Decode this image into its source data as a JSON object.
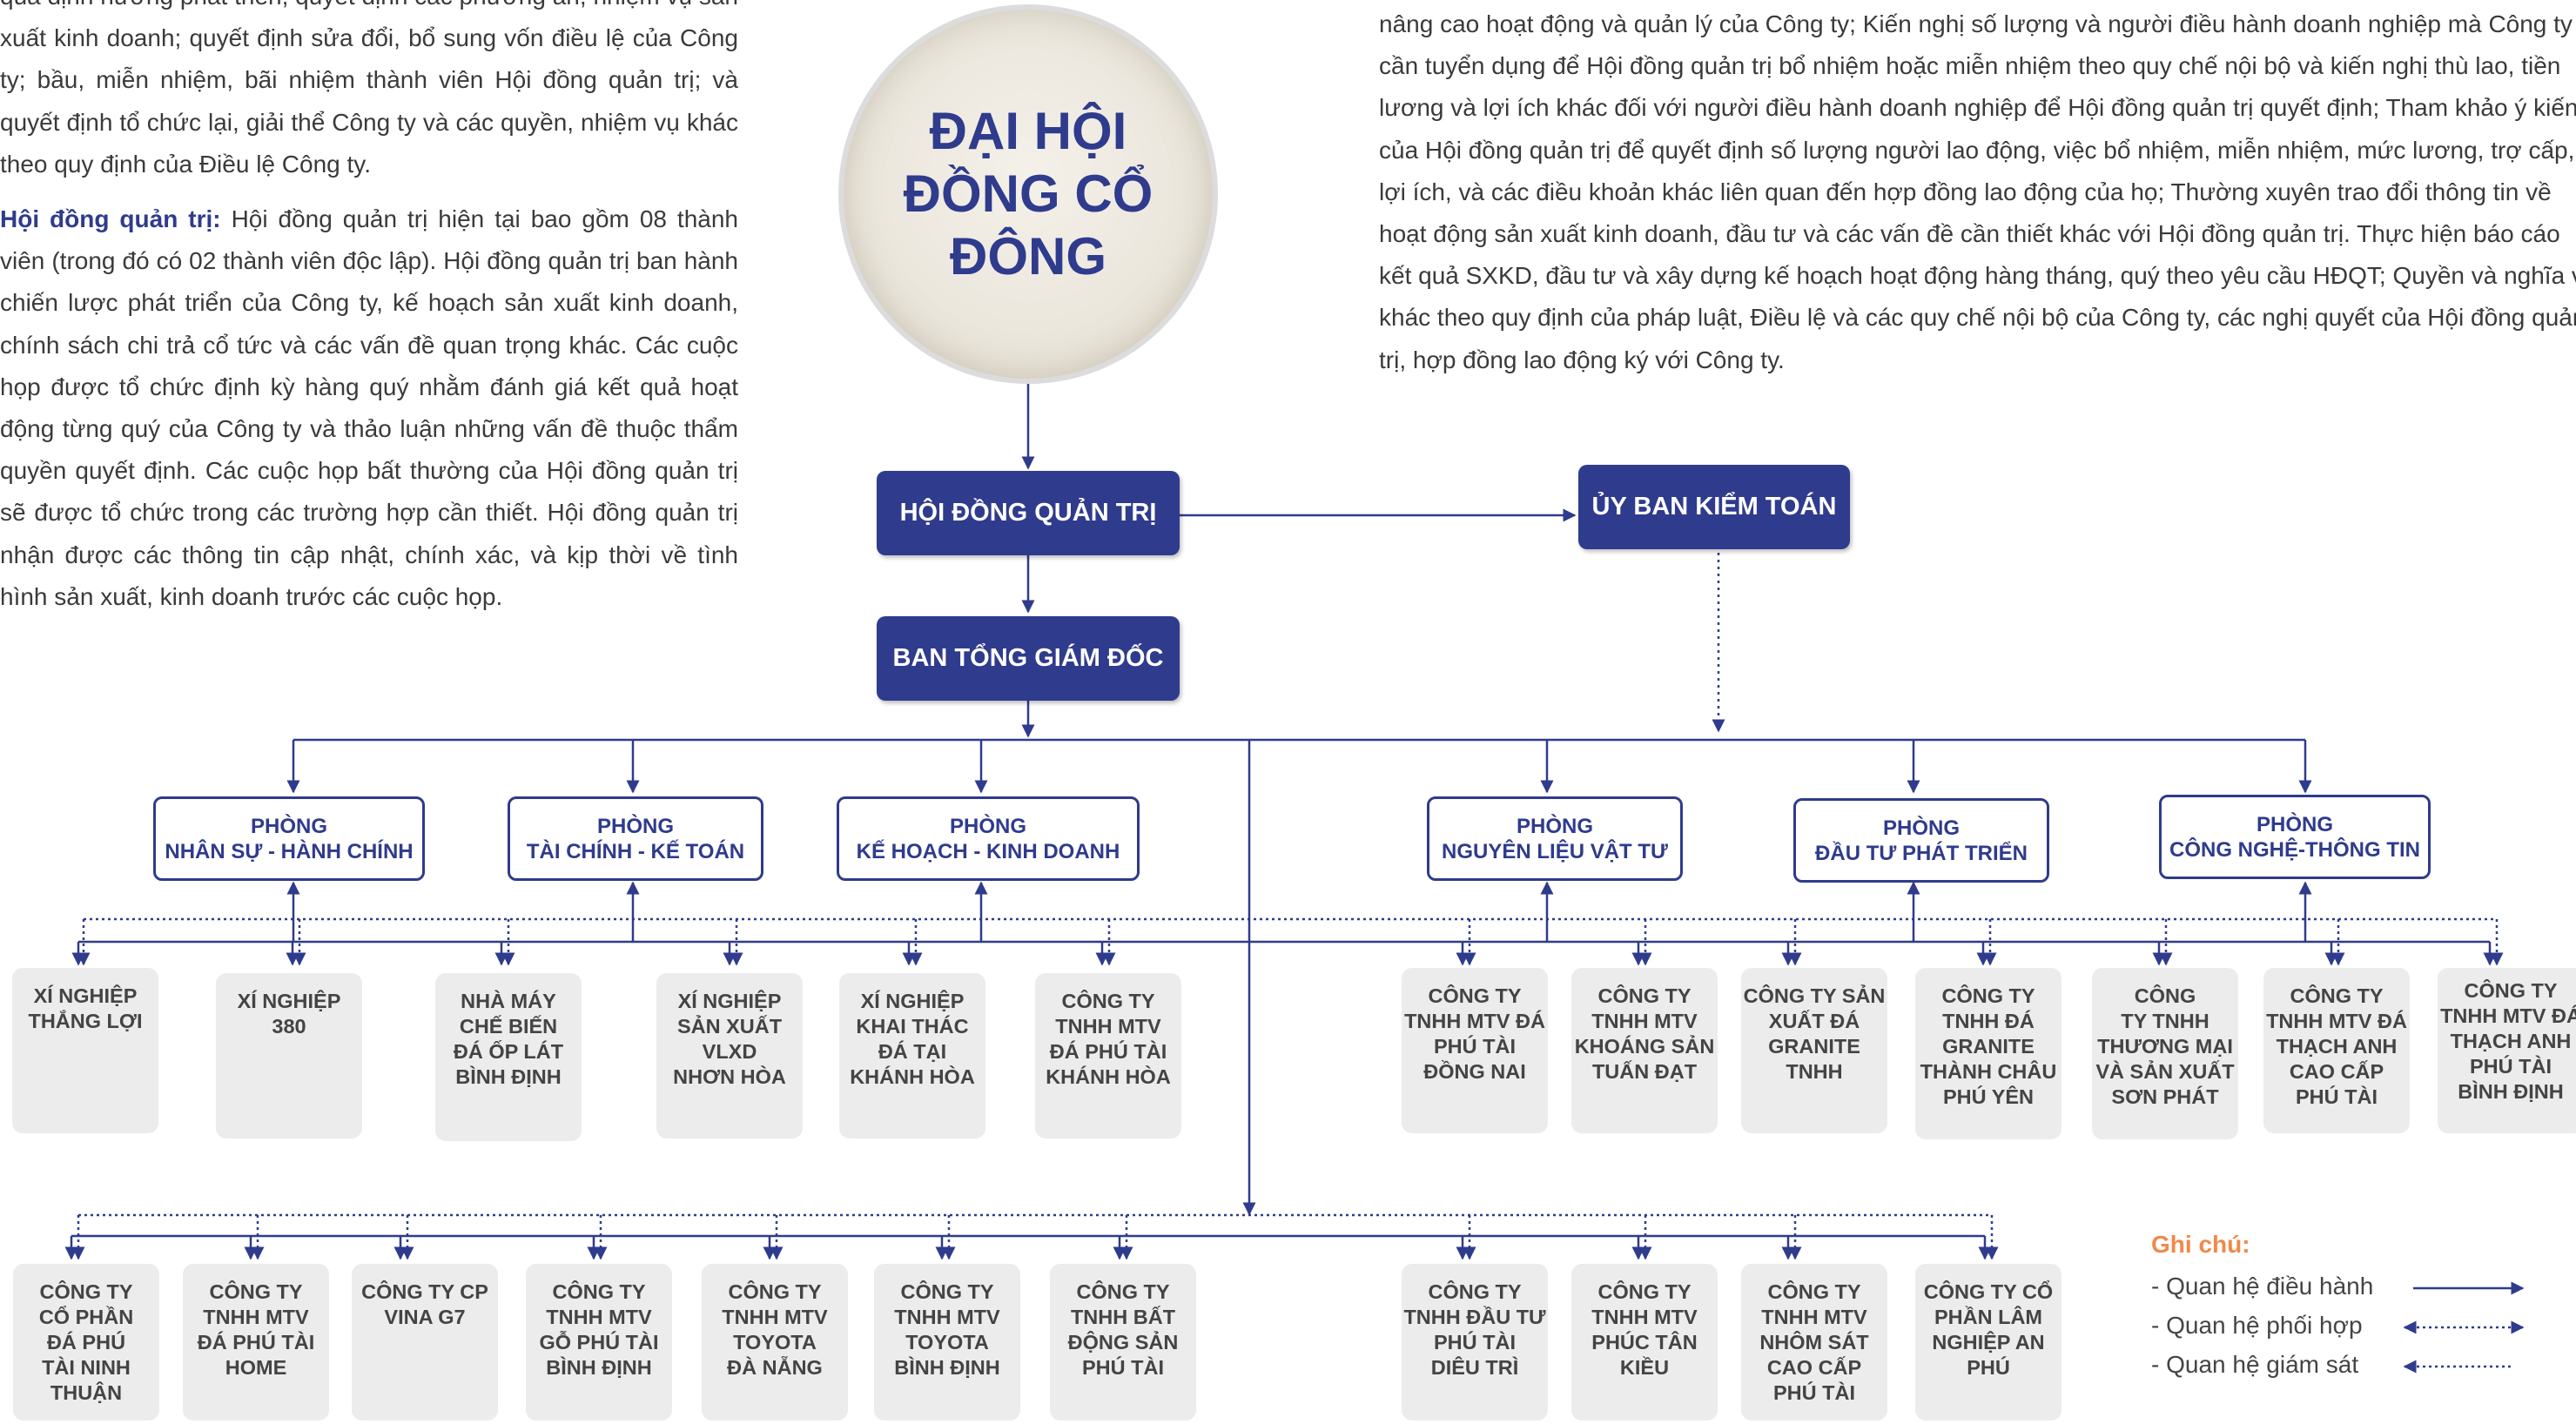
{
  "left_text": {
    "para1": "quả định hướng phát triển; quyết định các phương án, nhiệm vụ sản xuất kinh doanh; quyết định sửa đổi, bổ sung vốn điều lệ của Công ty; bầu, miễn nhiệm, bãi nhiệm thành viên Hội đồng quản trị; và quyết định tổ chức lại, giải thể Công ty và các quyền, nhiệm vụ khác theo quy định của Điều lệ Công ty.",
    "para2_lead": "Hội đồng quản trị:",
    "para2": " Hội đồng quản trị hiện tại bao gồm 08 thành viên (trong đó có 02 thành viên độc lập). Hội đồng quản trị ban hành chiến lược phát triển của Công ty, kế hoạch sản xuất kinh doanh, chính sách chi trả cổ tức và các vấn đề quan trọng khác. Các cuộc họp được tổ chức định kỳ hàng quý nhằm đánh giá kết quả hoạt động từng quý của Công ty và thảo luận những vấn đề thuộc thẩm quyền quyết định. Các cuộc họp bất thường của Hội đồng quản trị sẽ được tổ chức trong các trường hợp cần thiết. Hội đồng quản trị nhận được các thông tin cập nhật, chính xác, và kịp thời về tình hình sản xuất, kinh doanh trước các cuộc họp."
  },
  "right_text": {
    "para": "nâng cao hoạt động và quản lý của Công ty; Kiến nghị số lượng và người điều hành doanh nghiệp mà Công ty cần tuyển dụng để Hội đồng quản trị bổ nhiệm hoặc miễn nhiệm theo quy chế nội bộ và kiến nghị thù lao, tiền lương và lợi ích khác đối với người điều hành doanh nghiệp để Hội đồng quản trị quyết định; Tham khảo ý kiến của Hội đồng quản trị để quyết định số lượng người lao động, việc bổ nhiệm, miễn nhiệm, mức lương, trợ cấp, lợi ích, và các điều khoản khác liên quan đến hợp đồng lao động của họ; Thường xuyên trao đổi thông tin về hoạt động sản xuất kinh doanh, đầu tư và các vấn đề cần thiết khác với Hội đồng quản trị. Thực hiện báo cáo kết quả SXKD, đầu tư và xây dựng kế hoạch hoạt động hàng tháng, quý theo yêu cầu HĐQT; Quyền và nghĩa vụ khác theo quy định của pháp luật, Điều lệ và các quy chế nội bộ của Công ty, các nghị quyết của Hội đồng quản trị, hợp đồng lao động ký với Công ty."
  },
  "chart": {
    "top": "ĐẠI HỘI\nĐỒNG CỔ\nĐÔNG",
    "board": "HỘI ĐỒNG QUẢN TRỊ",
    "audit": "ỦY BAN KIỂM TOÁN",
    "ceo": "BAN TỔNG GIÁM ĐỐC",
    "departments": [
      {
        "l1": "PHÒNG",
        "l2": "NHÂN SỰ - HÀNH CHÍNH"
      },
      {
        "l1": "PHÒNG",
        "l2": "TÀI CHÍNH - KẾ TOÁN"
      },
      {
        "l1": "PHÒNG",
        "l2": "KẾ HOẠCH - KINH DOANH"
      },
      {
        "l1": "PHÒNG",
        "l2": "NGUYÊN LIỆU VẬT TƯ"
      },
      {
        "l1": "PHÒNG",
        "l2": "ĐẦU TƯ PHÁT TRIỂN"
      },
      {
        "l1": "PHÒNG",
        "l2": "CÔNG NGHỆ-THÔNG TIN"
      }
    ],
    "units_row1": [
      "XÍ NGHIỆP\nTHẮNG LỢI",
      "XÍ NGHIỆP\n380",
      "NHÀ MÁY\nCHẾ BIẾN\nĐÁ ỐP LÁT\nBÌNH ĐỊNH",
      "XÍ NGHIỆP\nSẢN XUẤT\nVLXD\nNHƠN HÒA",
      "XÍ NGHIỆP\nKHAI THÁC\nĐÁ TẠI\nKHÁNH HÒA",
      "CÔNG TY\nTNHH MTV\nĐÁ PHÚ TÀI\nKHÁNH HÒA",
      "CÔNG TY\nTNHH MTV ĐÁ\nPHÚ TÀI\nĐỒNG NAI",
      "CÔNG TY\nTNHH MTV\nKHOÁNG SẢN\nTUẤN ĐẠT",
      "CÔNG TY SẢN\nXUẤT ĐÁ\nGRANITE\nTNHH",
      "CÔNG TY\nTNHH ĐÁ\nGRANITE\nTHÀNH CHÂU\nPHÚ YÊN",
      "CÔNG\nTY TNHH\nTHƯƠNG MẠI\nVÀ SẢN XUẤT\nSƠN PHÁT",
      "CÔNG TY\nTNHH MTV ĐÁ\nTHẠCH ANH\nCAO CẤP\nPHÚ TÀI",
      "CÔNG TY\nTNHH MTV ĐÁ\nTHẠCH ANH\nPHÚ TÀI\nBÌNH ĐỊNH"
    ],
    "units_row2": [
      "CÔNG TY\nCỔ PHẦN\nĐÁ PHÚ\nTÀI NINH\nTHUẬN",
      "CÔNG TY\nTNHH MTV\nĐÁ PHÚ TÀI\nHOME",
      "CÔNG TY CP\nVINA G7",
      "CÔNG TY\nTNHH MTV\nGỖ PHÚ TÀI\nBÌNH ĐỊNH",
      "CÔNG TY\nTNHH MTV\nTOYOTA\nĐÀ NẴNG",
      "CÔNG TY\nTNHH MTV\nTOYOTA\nBÌNH ĐỊNH",
      "CÔNG TY\nTNHH BẤT\nĐỘNG SẢN\nPHÚ TÀI",
      "CÔNG TY\nTNHH ĐẦU TƯ\nPHÚ TÀI\nDIÊU TRÌ",
      "CÔNG TY\nTNHH MTV\nPHÚC TÂN\nKIỀU",
      "CÔNG TY\nTNHH MTV\nNHÔM SÁT\nCAO CẤP\nPHÚ TÀI",
      "CÔNG TY CỔ\nPHẦN LÂM\nNGHIỆP AN\nPHÚ"
    ]
  },
  "legend": {
    "title": "Ghi chú:",
    "items": [
      "- Quan hệ điều hành",
      "- Quan hệ phối hợp",
      "- Quan hệ giám sát"
    ]
  },
  "colors": {
    "navy": "#2f3b8c",
    "legend_title": "#f0894a",
    "unit_bg": "#ececec"
  }
}
